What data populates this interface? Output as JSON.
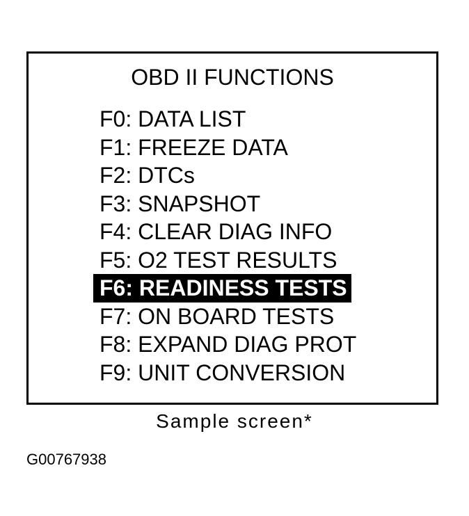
{
  "screen": {
    "title": "OBD II FUNCTIONS",
    "selected_index": 6,
    "menu_items": [
      {
        "label": "F0: DATA LIST"
      },
      {
        "label": "F1: FREEZE DATA"
      },
      {
        "label": "F2: DTCs"
      },
      {
        "label": "F3: SNAPSHOT"
      },
      {
        "label": "F4: CLEAR DIAG INFO"
      },
      {
        "label": "F5: O2 TEST RESULTS"
      },
      {
        "label": "F6: READINESS TESTS"
      },
      {
        "label": "F7: ON BOARD TESTS"
      },
      {
        "label": "F8: EXPAND DIAG PROT"
      },
      {
        "label": "F9: UNIT CONVERSION"
      }
    ]
  },
  "caption": "Sample screen*",
  "figure_id": "G00767938",
  "colors": {
    "highlight_background": "#000000",
    "highlight_text": "#ffffff",
    "frame": "#000000"
  }
}
